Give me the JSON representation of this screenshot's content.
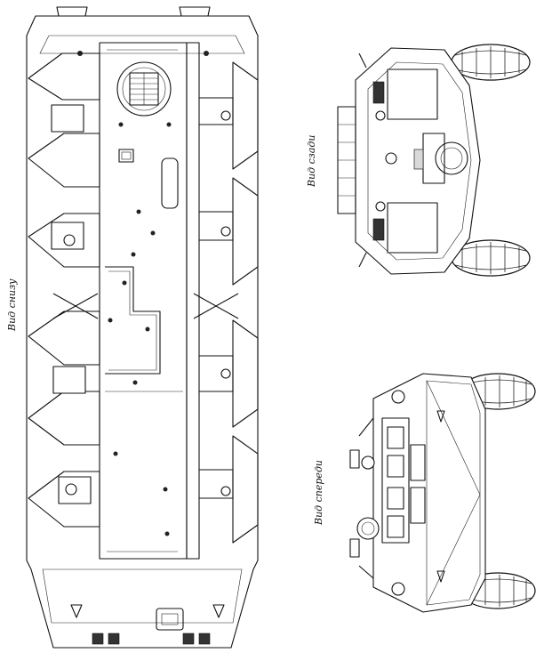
{
  "labels": {
    "bottom_view": "Вид снизу",
    "rear_view": "Вид сзади",
    "front_view": "Вид спереди"
  },
  "colors": {
    "line": "#111111",
    "paper": "#ffffff",
    "shade": "#d9d9d9"
  }
}
